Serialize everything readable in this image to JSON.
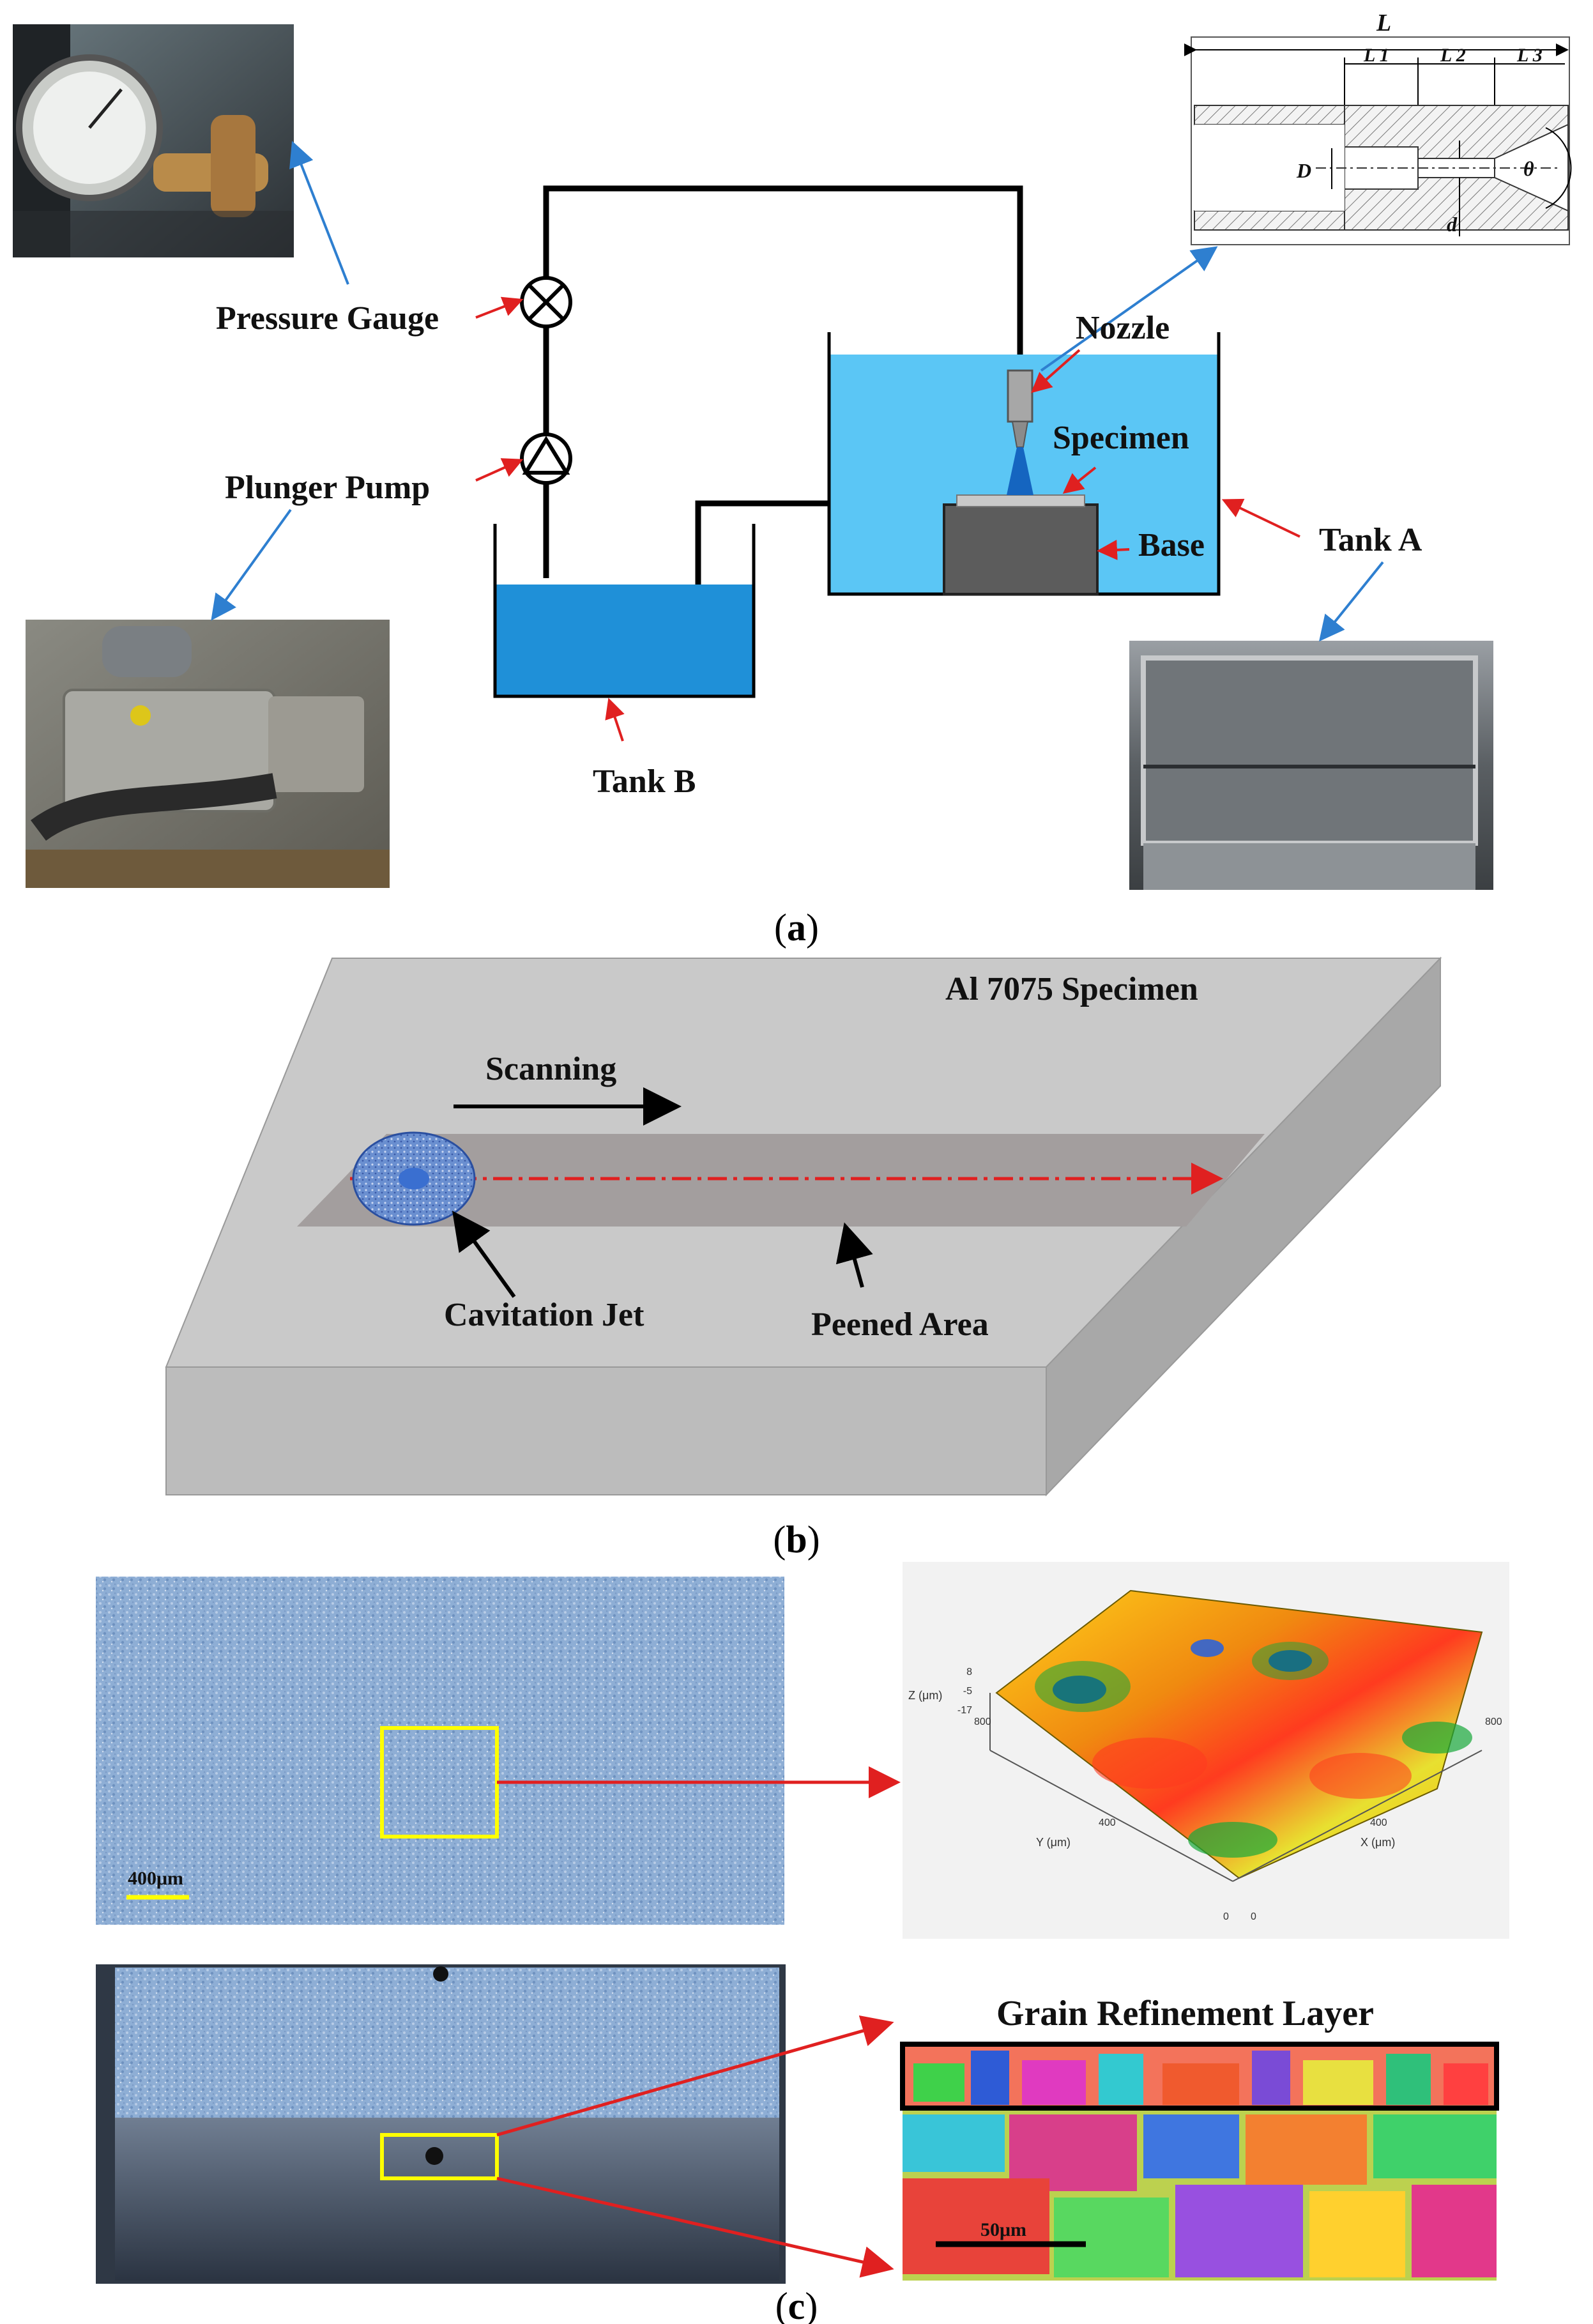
{
  "panel_a": {
    "caption_open": "(",
    "caption_letter": "a",
    "caption_close": ")",
    "labels": {
      "pressure_gauge": "Pressure Gauge",
      "plunger_pump": "Plunger Pump",
      "nozzle": "Nozzle",
      "specimen": "Specimen",
      "base": "Base",
      "tank_a": "Tank A",
      "tank_b": "Tank B"
    },
    "nozzle_drawing": {
      "L": "L",
      "L1": "L 1",
      "L2": "L 2",
      "L3": "L 3",
      "D": "D",
      "d": "d",
      "theta": "θ"
    }
  },
  "panel_b": {
    "caption_open": "(",
    "caption_letter": "b",
    "caption_close": ")",
    "title": "Al 7075  Specimen",
    "scanning": "Scanning",
    "cavitation_jet": "Cavitation Jet",
    "peened_area": "Peened Area"
  },
  "panel_c": {
    "caption_open": "(",
    "caption_letter": "c",
    "caption_close": ")",
    "scale_surface": "400μm",
    "grain_title": "Grain Refinement Layer",
    "scale_grain": "50μm",
    "plot3d": {
      "z_label": "Z (μm)",
      "z_ticks": [
        "8",
        "-5",
        "-17"
      ],
      "y_label": "Y (μm)",
      "x_label": "X (μm)",
      "tick_800_left": "800",
      "tick_800_right": "800",
      "tick_400_y": "400",
      "tick_400_x": "400",
      "tick_0_y": "0",
      "tick_0_x": "0"
    }
  },
  "colors": {
    "water": "#5bc6f5",
    "tank_b_water": "#1e90d8",
    "pipe": "#000000",
    "arrow_red": "#e02020",
    "arrow_blue": "#2e7fd0",
    "specimen_top": "#c8c8c8",
    "specimen_front": "#bdbdbd",
    "specimen_side": "#a9a9a9",
    "peened": "#a39d9d",
    "surface_blue": "#8fb0d6",
    "highlight_yellow": "#ffff00"
  }
}
